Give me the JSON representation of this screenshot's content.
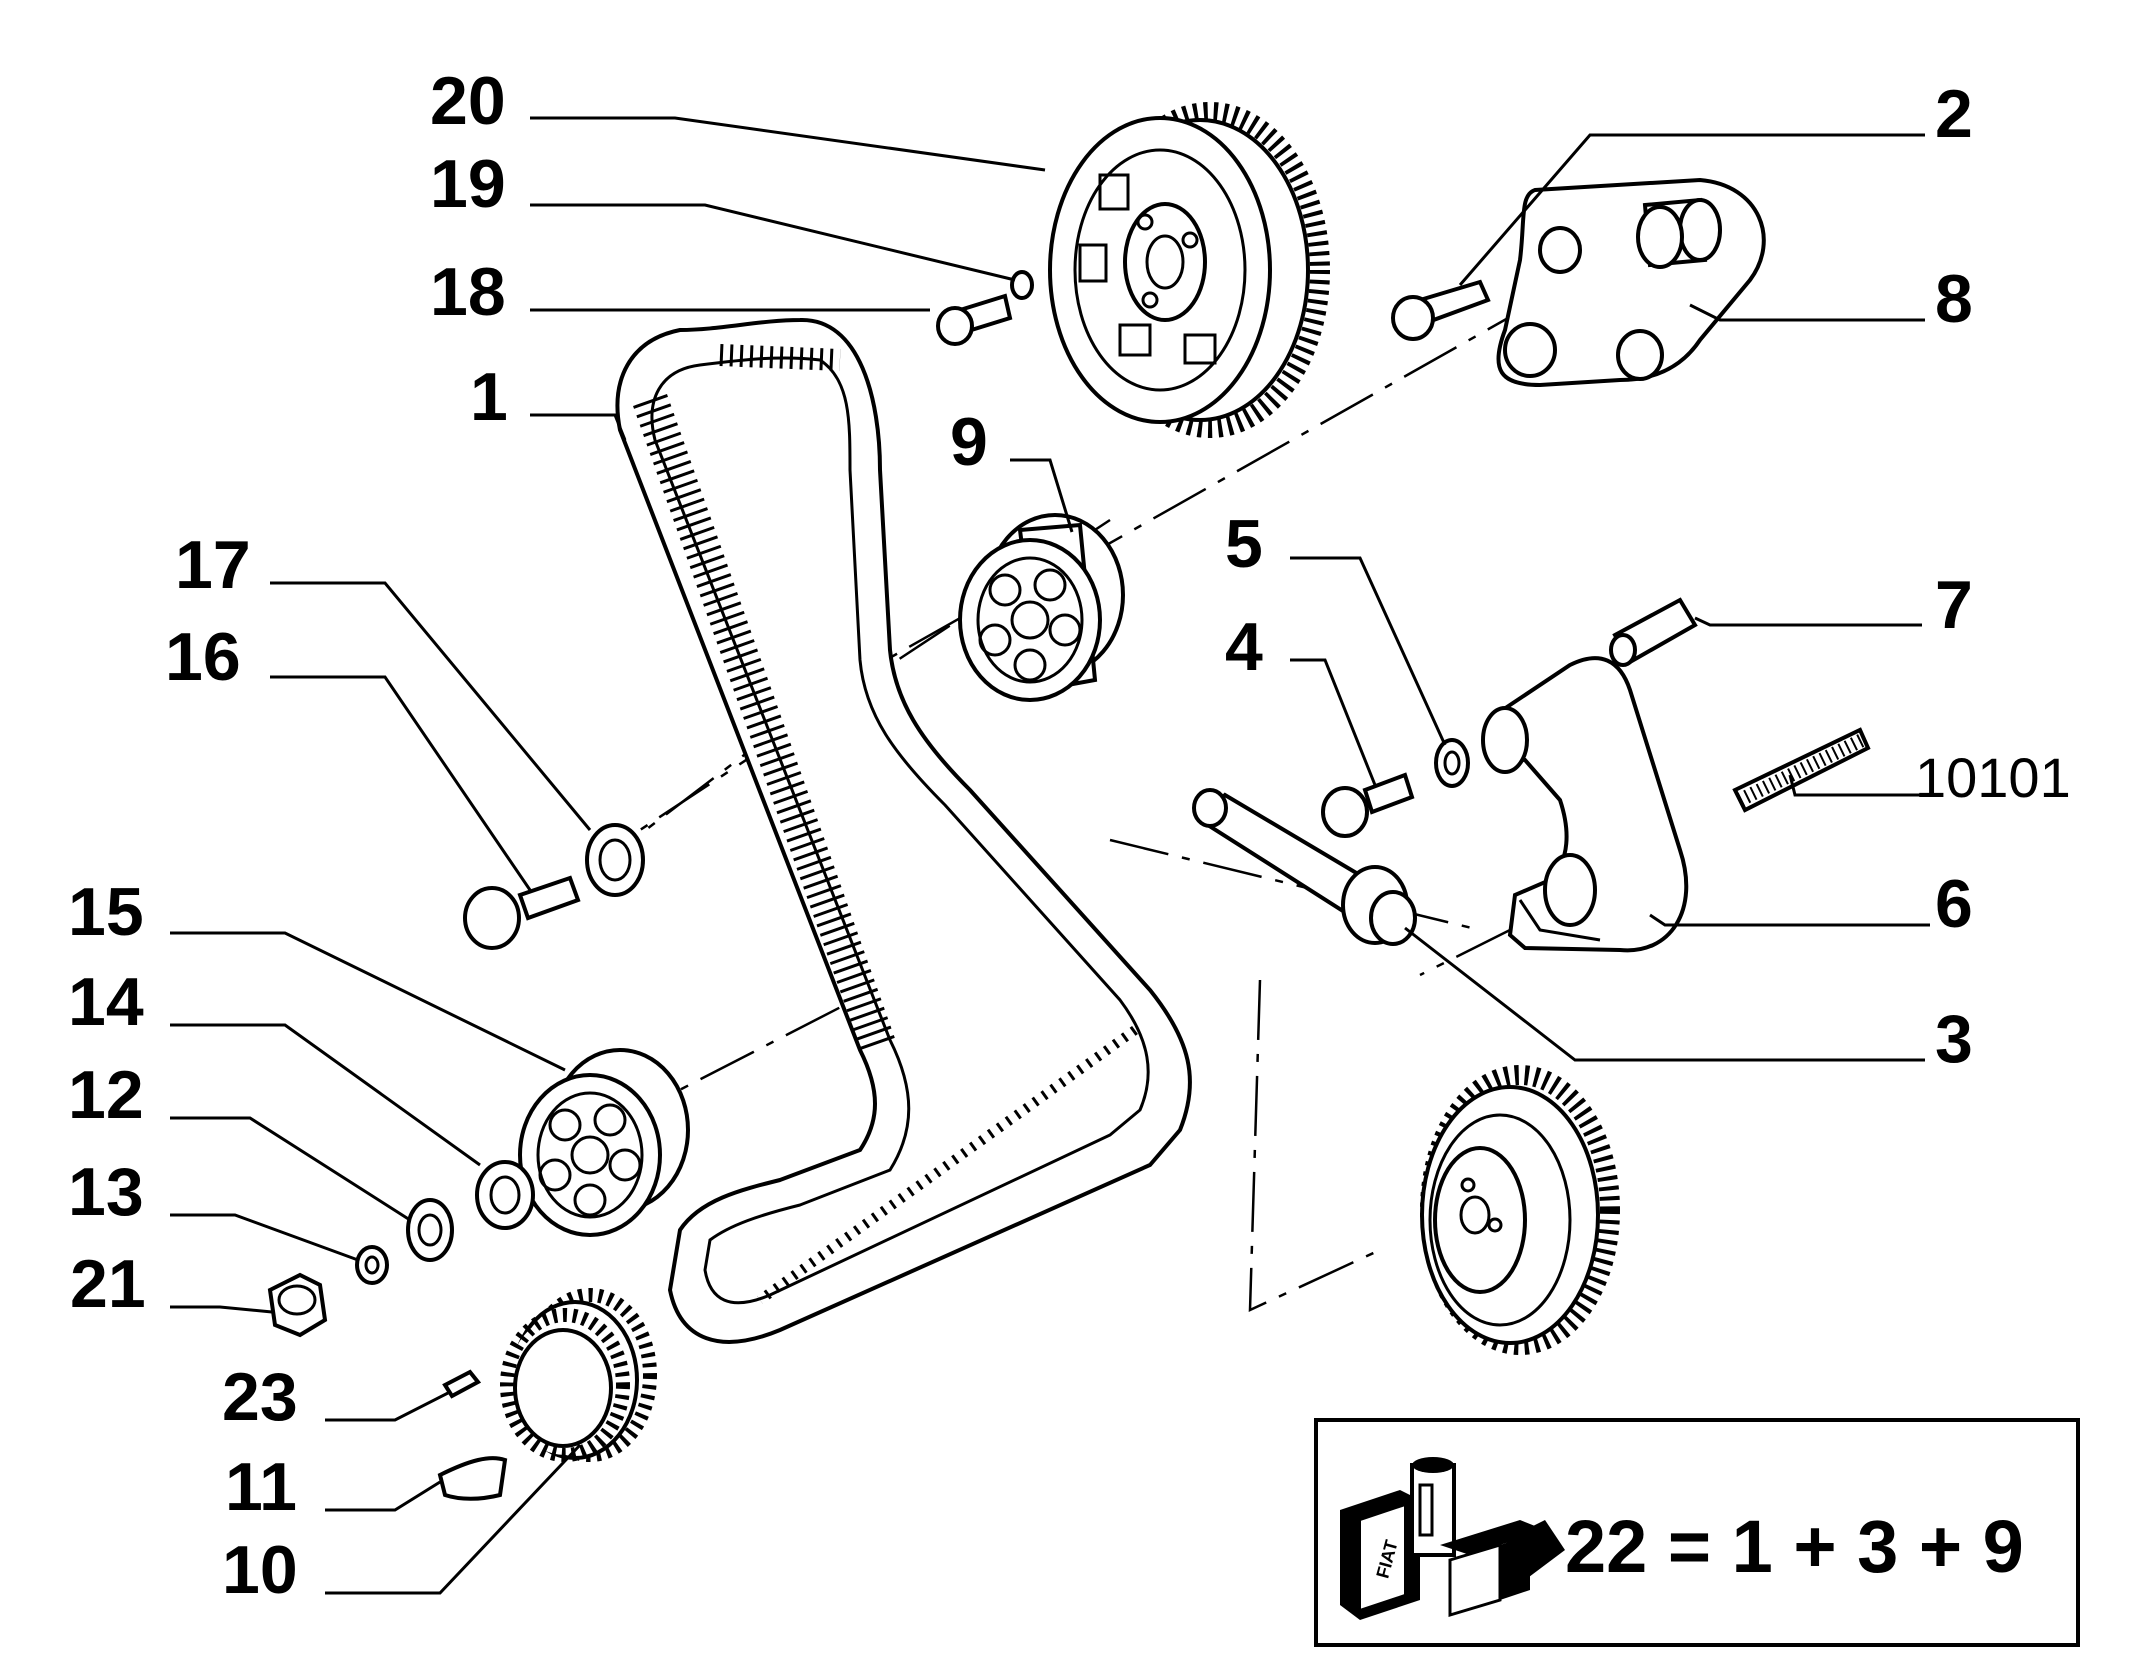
{
  "diagram": {
    "callouts": [
      {
        "id": "c20",
        "text": "20"
      },
      {
        "id": "c19",
        "text": "19"
      },
      {
        "id": "c18",
        "text": "18"
      },
      {
        "id": "c1",
        "text": "1"
      },
      {
        "id": "c9",
        "text": "9"
      },
      {
        "id": "c17",
        "text": "17"
      },
      {
        "id": "c16",
        "text": "16"
      },
      {
        "id": "c15",
        "text": "15"
      },
      {
        "id": "c14",
        "text": "14"
      },
      {
        "id": "c12",
        "text": "12"
      },
      {
        "id": "c13",
        "text": "13"
      },
      {
        "id": "c21",
        "text": "21"
      },
      {
        "id": "c23",
        "text": "23"
      },
      {
        "id": "c11",
        "text": "11"
      },
      {
        "id": "c10",
        "text": "10"
      },
      {
        "id": "c2",
        "text": "2"
      },
      {
        "id": "c8",
        "text": "8"
      },
      {
        "id": "c5",
        "text": "5"
      },
      {
        "id": "c7",
        "text": "7"
      },
      {
        "id": "c4",
        "text": "4"
      },
      {
        "id": "c10101",
        "text": "10101"
      },
      {
        "id": "c6",
        "text": "6"
      },
      {
        "id": "c3",
        "text": "3"
      }
    ],
    "kit": {
      "equation": "22 = 1 + 3 + 9",
      "box_brand": "FIAT"
    }
  }
}
